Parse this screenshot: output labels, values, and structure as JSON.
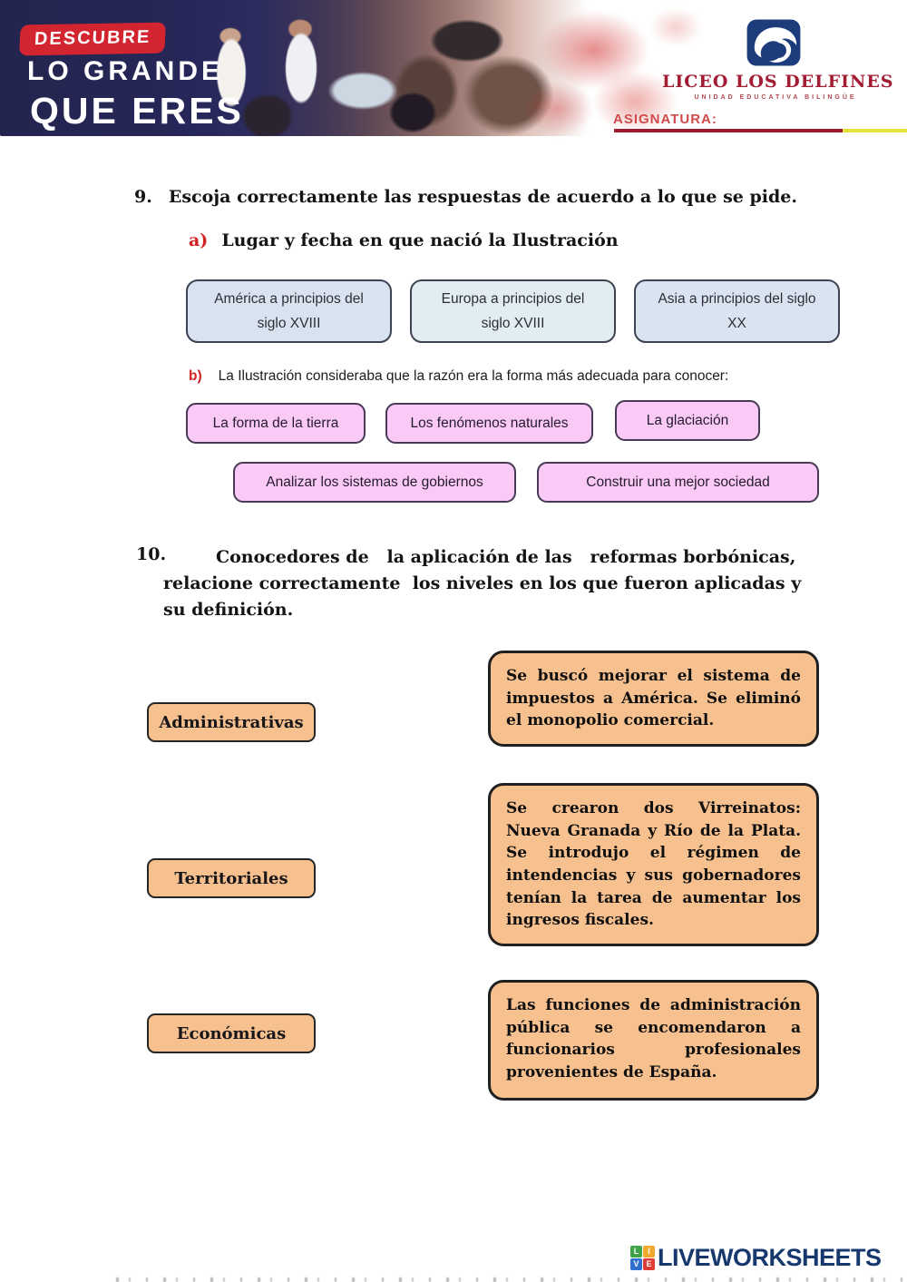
{
  "header": {
    "badge": "DESCUBRE",
    "tagline1": "LO GRANDE",
    "tagline2": "QUE ERES",
    "school_name": "LICEO LOS DELFINES",
    "school_subtitle": "UNIDAD EDUCATIVA BILINGÜE",
    "asignatura_label": "ASIGNATURA:"
  },
  "q9": {
    "number": "9.",
    "title": "Escoja correctamente las respuestas de acuerdo a lo que se pide.",
    "a": {
      "label": "a)",
      "title": "Lugar y fecha en que nació la Ilustración",
      "options": [
        "América a principios del siglo XVIII",
        "Europa a principios del siglo XVIII",
        "Asia a principios del siglo XX"
      ]
    },
    "b": {
      "label": "b)",
      "title": "La Ilustración consideraba que la razón era la forma más adecuada para conocer:",
      "row1": [
        "La forma de la tierra",
        "Los fenómenos naturales",
        "La glaciación"
      ],
      "row2": [
        "Analizar los sistemas de gobiernos",
        "Construir una mejor sociedad"
      ]
    }
  },
  "q10": {
    "number": "10.",
    "title": "Conocedores de   la aplicación de las   reformas borbónicas, relacione correctamente  los niveles en los que fueron aplicadas y su definición.",
    "pairs": [
      {
        "label": "Administrativas",
        "definition": "Se buscó mejorar el sistema de impuestos a América. Se  eliminó el monopolio comercial."
      },
      {
        "label": "Territoriales",
        "definition": "Se crearon dos Virreinatos: Nueva Granada y Río de la Plata. Se introdujo el régimen de intendencias y sus gobernadores tenían la tarea de aumentar los ingresos fiscales."
      },
      {
        "label": "Económicas",
        "definition": "Las funciones de administración pública se encomendaron a funcionarios profesionales provenientes de España."
      }
    ]
  },
  "footer": {
    "brand": "LIVEWORKSHEETS",
    "tiles": [
      {
        "letter": "L",
        "color": "#3fa348"
      },
      {
        "letter": "I",
        "color": "#f2a72e"
      },
      {
        "letter": "V",
        "color": "#2f6fd0"
      },
      {
        "letter": "E",
        "color": "#de3b34"
      }
    ]
  },
  "colors": {
    "navy": "#23244e",
    "badge_red": "#d32530",
    "school_red": "#a21d33",
    "line_red": "#9c1b31",
    "line_yellow": "#e8e03a",
    "blue_box": "#dae4f0",
    "pink_box": "#fac9f5",
    "orange_box": "#f7c08f",
    "footer_blue": "#17386d"
  }
}
